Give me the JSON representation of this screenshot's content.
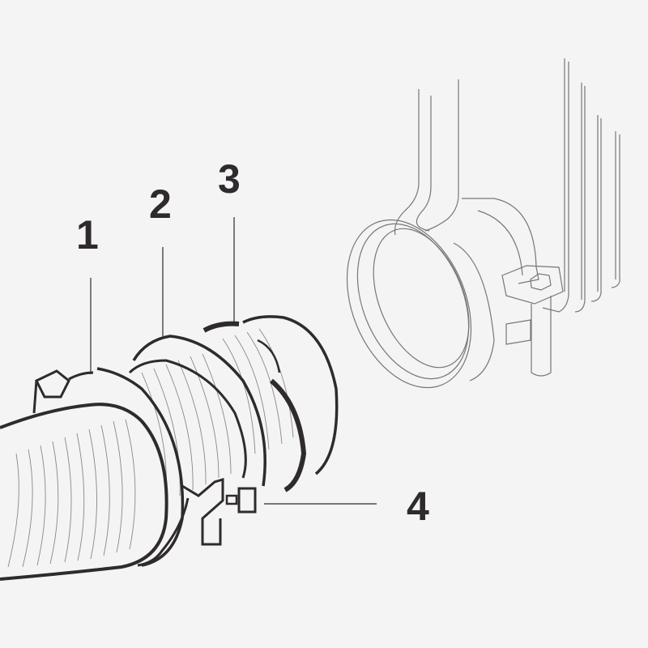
{
  "diagram": {
    "type": "technical exploded/assembly line drawing",
    "subject": "corrugated hose with clamp connecting to a finned fitting",
    "background_color": "#f4f4f4",
    "ink_color": "#2e2a2e",
    "callouts": [
      {
        "label": "1",
        "target": "outer clamp flange on hose"
      },
      {
        "label": "2",
        "target": "clamp band"
      },
      {
        "label": "3",
        "target": "sealing ring / hose end"
      },
      {
        "label": "4",
        "target": "clamp tightening screw"
      }
    ]
  }
}
